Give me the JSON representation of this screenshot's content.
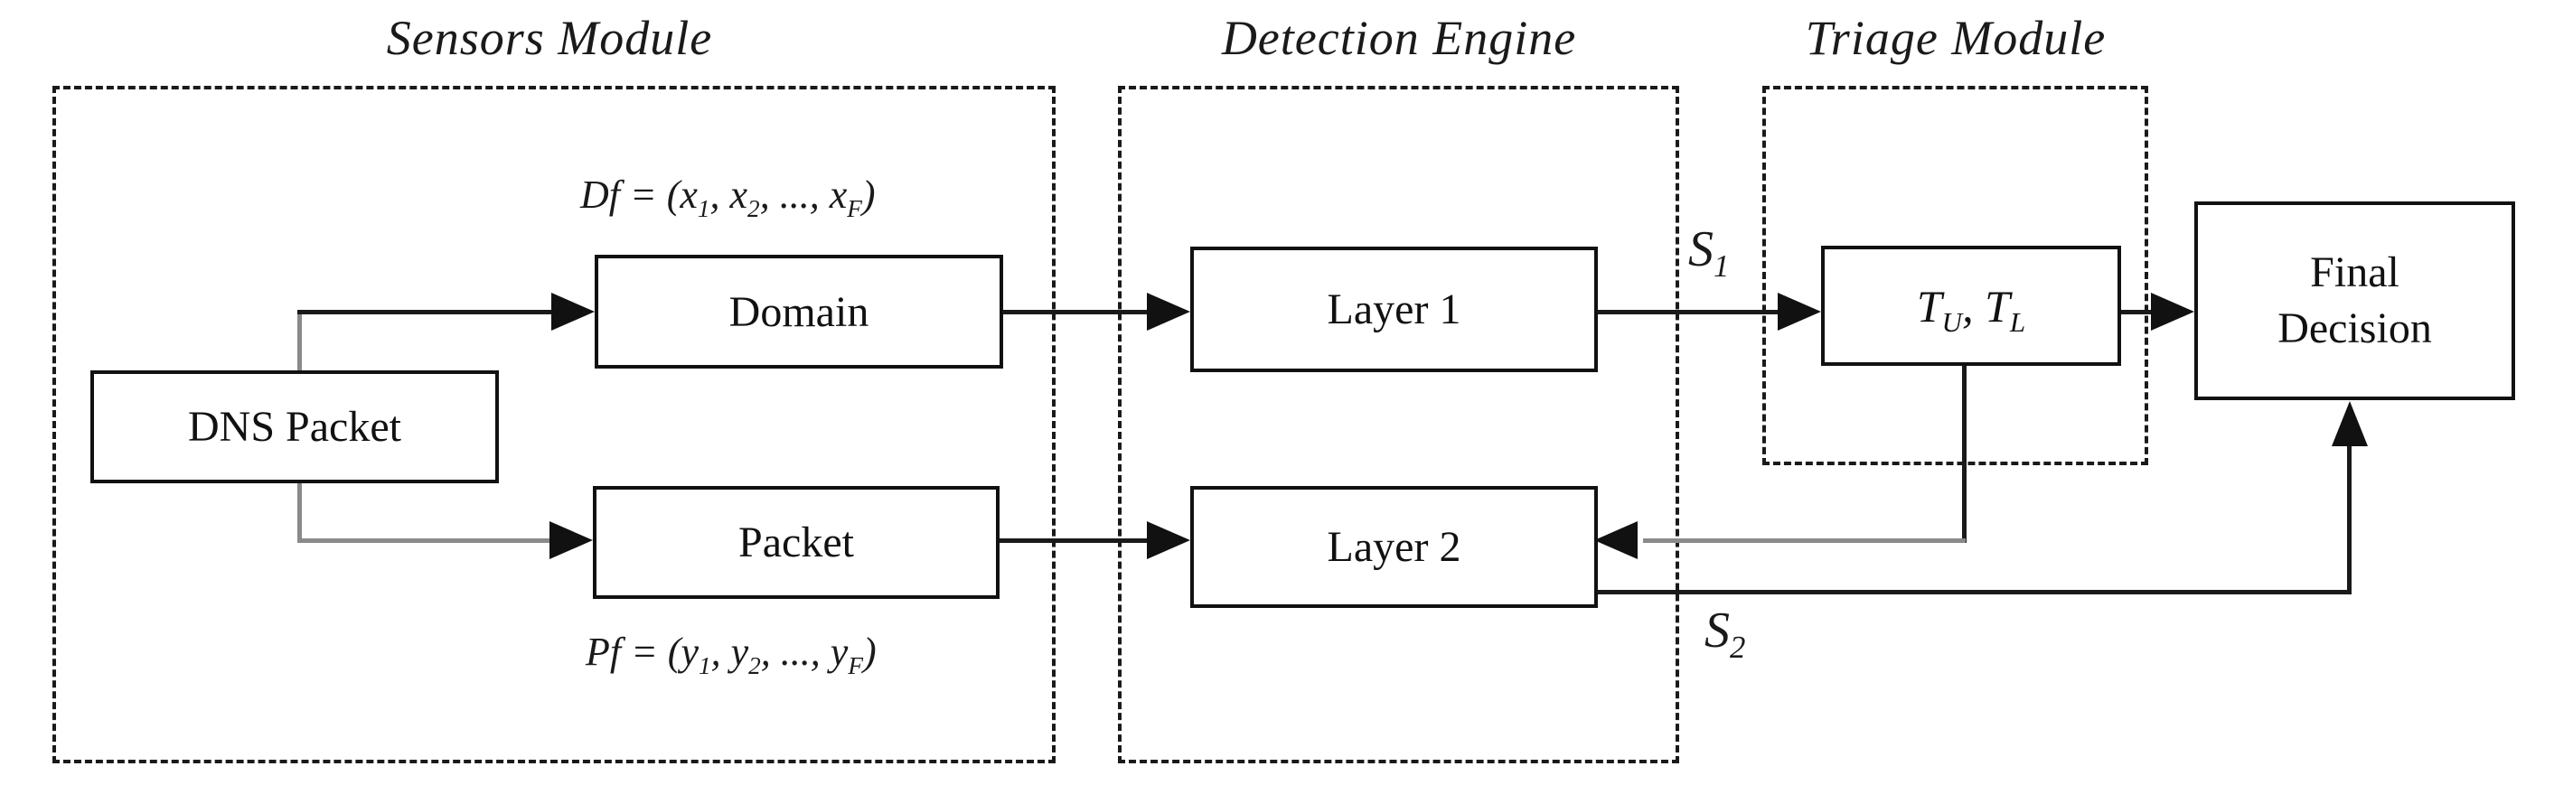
{
  "diagram": {
    "modules": {
      "sensors": {
        "title": "Sensors Module"
      },
      "detection": {
        "title": "Detection Engine"
      },
      "triage": {
        "title": "Triage Module"
      }
    },
    "nodes": {
      "dns_packet": {
        "label": "DNS Packet"
      },
      "domain": {
        "label": "Domain"
      },
      "packet": {
        "label": "Packet"
      },
      "layer1": {
        "label": "Layer 1"
      },
      "layer2": {
        "label": "Layer 2"
      },
      "thresholds": {
        "t1": "T",
        "sub_u": "U",
        "sep": ", ",
        "t2": "T",
        "sub_l": "L"
      },
      "final_decision": {
        "line1": "Final",
        "line2": "Decision"
      }
    },
    "labels": {
      "df": {
        "lead": "Df = (x",
        "sub1": "1",
        "mid1": ", x",
        "sub2": "2",
        "mid2": ", ..., x",
        "subf": "F",
        "close": ")"
      },
      "pf": {
        "lead": "Pf = (y",
        "sub1": "1",
        "mid1": ", y",
        "sub2": "2",
        "mid2": ", ..., y",
        "subf": "F",
        "close": ")"
      },
      "s1": {
        "base": "S",
        "sub": "1"
      },
      "s2": {
        "base": "S",
        "sub": "2"
      }
    },
    "colors": {
      "line": "#1a1a1a",
      "gray_line": "#8a8a8a",
      "background": "#ffffff"
    }
  }
}
